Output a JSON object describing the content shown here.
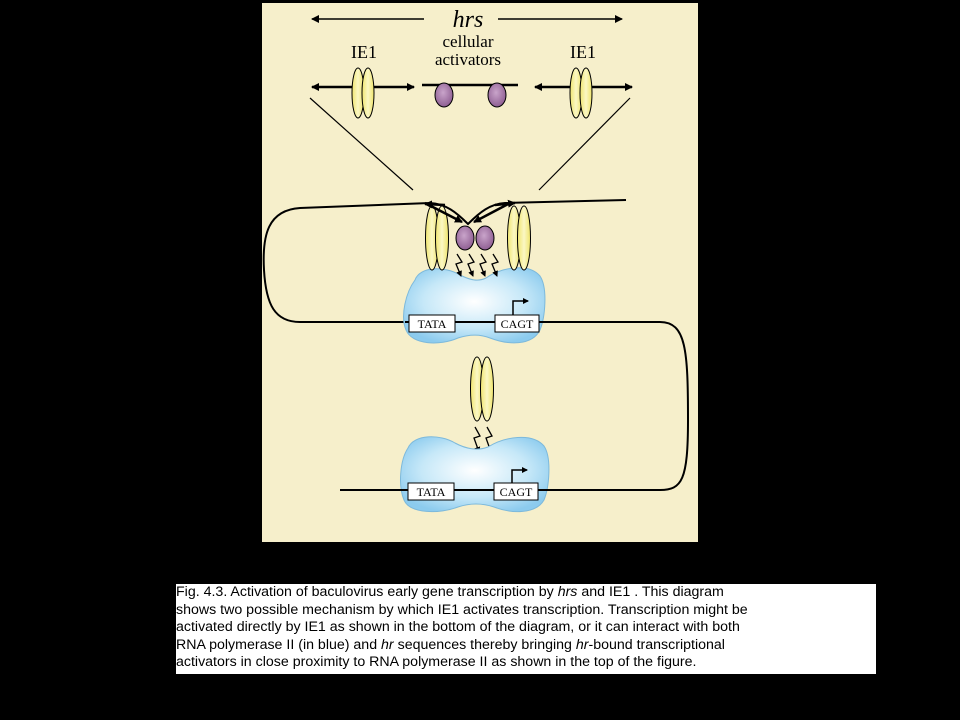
{
  "diagram": {
    "hrs_label": "hrs",
    "ie1_left_label": "IE1",
    "ie1_right_label": "IE1",
    "cellular_label_line1": "cellular",
    "cellular_label_line2": "activators",
    "top_tata": "TATA",
    "top_cagt": "CAGT",
    "bottom_tata": "TATA",
    "bottom_cagt": "CAGT",
    "colors": {
      "panel_background": "#f6efcb",
      "ie1_protein": "#f4ec8c",
      "cellular_activator": "#a87aa9",
      "rna_polymerase": "#a8d9f2"
    }
  },
  "caption": {
    "prefix": "Fig. 4.3.  Activation of baculovirus early gene transcription by ",
    "hrs_word": "hrs",
    "part2": " and IE1 .  This diagram\nshows two possible mechanism by which IE1  activates transcription.  Transcription might be\nactivated directly by IE1 as shown in the bottom of the diagram, or it can interact with both\nRNA polymerase II (in blue) and ",
    "hr_word1": "hr",
    "part3": " sequences thereby bringing ",
    "hr_word2": "hr",
    "part4": "-bound transcriptional\nactivators in close proximity to RNA polymerase II  as shown in the top of the figure."
  }
}
